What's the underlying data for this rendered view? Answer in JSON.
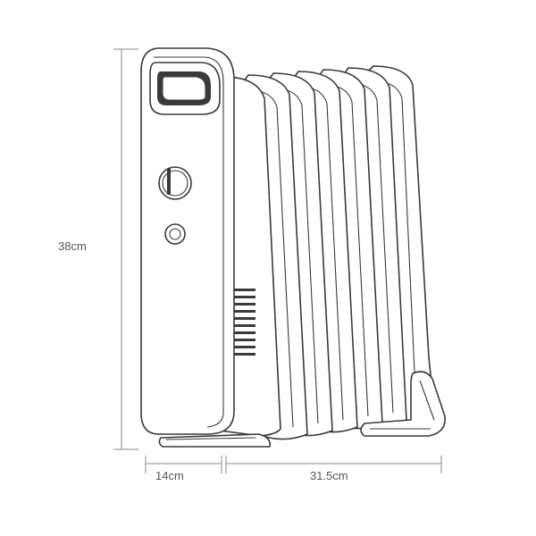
{
  "product": "oil-filled radiator heater",
  "fins": 7,
  "dimensions": {
    "height": "38cm",
    "depth": "14cm",
    "width": "31.5cm"
  },
  "colors": {
    "line": "#3a3a3a",
    "dimension_line": "#8a8a8a",
    "label": "#555555",
    "background": "#ffffff"
  }
}
